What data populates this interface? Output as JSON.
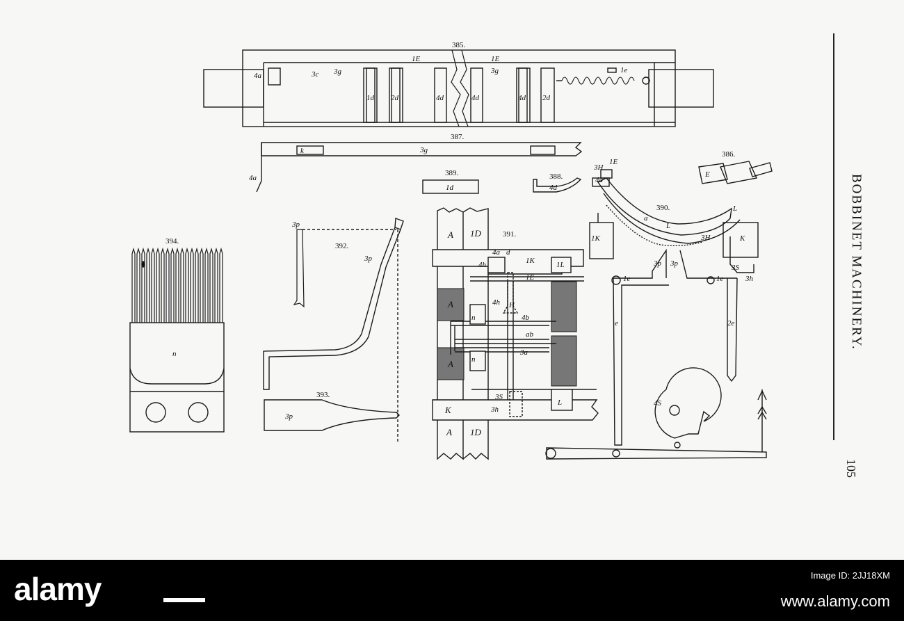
{
  "plate": {
    "side_title": "BOBBINET MACHINERY.",
    "page_number": "105",
    "figures": {
      "f385": {
        "number": "385.",
        "labels": [
          "1E",
          "1E",
          "4a",
          "3c",
          "3g",
          "3g",
          "1e",
          "1d",
          "2d",
          "4d",
          "4d",
          "4d",
          "2d"
        ]
      },
      "f386": {
        "number": "386.",
        "labels": [
          "E"
        ]
      },
      "f387": {
        "number": "387.",
        "labels": [
          "3g",
          "4a",
          "k"
        ]
      },
      "f388": {
        "number": "388.",
        "labels": [
          "4d"
        ]
      },
      "f389": {
        "number": "389.",
        "labels": [
          "1d"
        ]
      },
      "f390": {
        "number": "390.",
        "labels": [
          "3H",
          "1E",
          "4a",
          "L",
          "L",
          "3H",
          "1K",
          "K",
          "3p",
          "3p",
          "1e",
          "1e",
          "e",
          "2e",
          "3S",
          "3h",
          "4S",
          "a"
        ]
      },
      "f391": {
        "number": "391.",
        "labels": [
          "A",
          "1D",
          "1K",
          "1L",
          "1E",
          "A",
          "A",
          "n",
          "n",
          "4b",
          "ab",
          "3a",
          "H",
          "4h",
          "K",
          "L",
          "3S",
          "3h",
          "A",
          "1D",
          "4a",
          "d",
          "4h"
        ]
      },
      "f392": {
        "number": "392.",
        "labels": [
          "3p",
          "3p"
        ]
      },
      "f393": {
        "number": "393.",
        "labels": [
          "3p"
        ]
      },
      "f394": {
        "number": "394.",
        "labels": [
          "n"
        ]
      }
    }
  },
  "watermark": {
    "brand": "alamy",
    "image_id_label": "Image ID: 2JJ18XM",
    "url": "www.alamy.com"
  }
}
